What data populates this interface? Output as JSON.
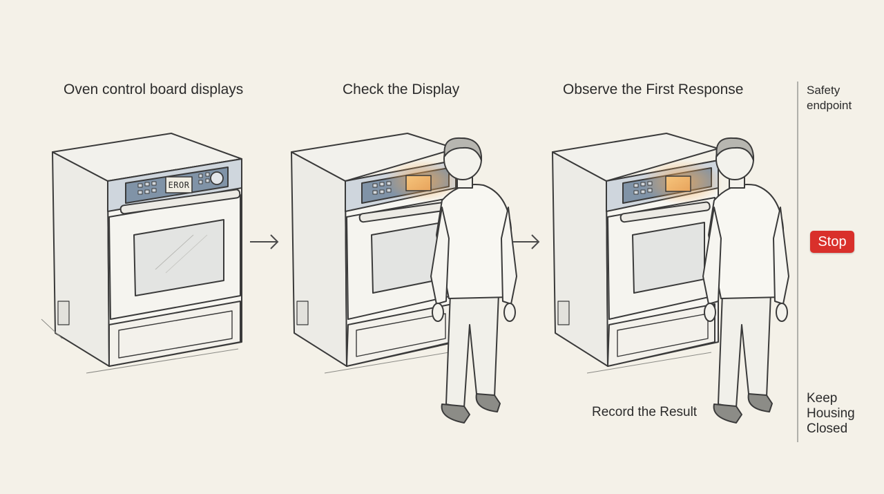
{
  "steps": [
    {
      "title": "Oven control board displays"
    },
    {
      "title": "Check the Display"
    },
    {
      "title": "Observe the First Response"
    }
  ],
  "oven_display_text": "EROR",
  "record_label": "Record the Result",
  "side_panel": {
    "top_label": "Safety endpoint",
    "badge_label": "Stop",
    "bottom_label": "Keep Housing Closed"
  },
  "colors": {
    "background": "#f4f1e8",
    "stop_badge": "#d9302b",
    "control_panel": "#7f93a6",
    "display_glow": "#f0b062"
  },
  "icons": [
    "arrow-right-icon",
    "knob-icon",
    "vent-icon"
  ]
}
